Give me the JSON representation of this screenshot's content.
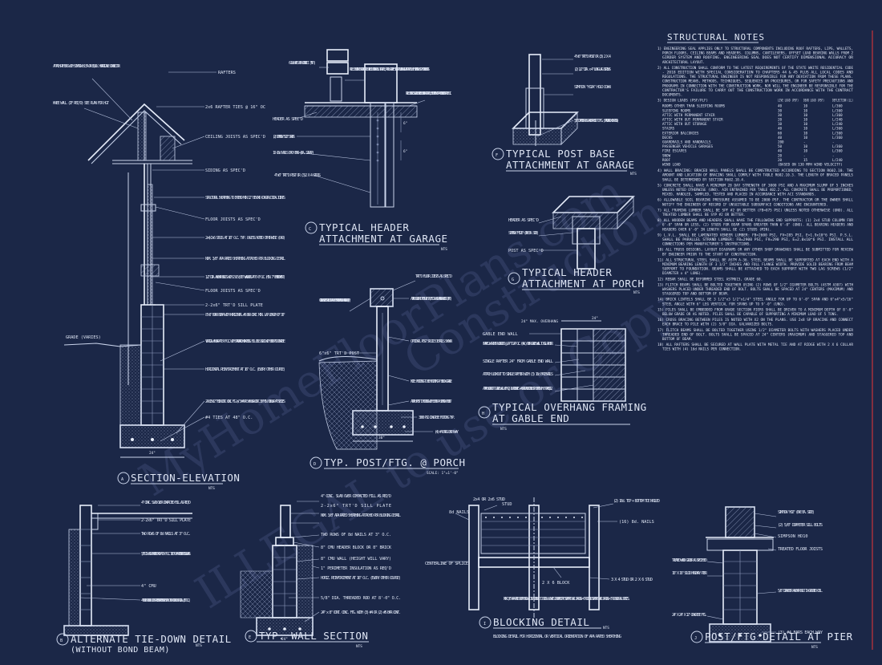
{
  "sheet": {
    "watermarks": [
      "MyHomeFloorPlans.com",
      "ILLEGAL to use or Copy",
      "Construction"
    ],
    "structural_notes_title": "STRUCTURAL NOTES"
  },
  "details": {
    "A": {
      "letter": "A",
      "title": "SECTION-ELEVATION",
      "scale": "NTS",
      "callouts": [
        "ATTACH RAFTERS WITH SIMPSON H2.5A OR EQUIV. HURRICANE CONNECTOR",
        "RAFTERS",
        "KNEE WALL (IF REQ'D) SEE PLAN FOR HGT",
        "2x6 RAFTER TIES @ 16\" OC",
        "CEILING JOISTS AS SPEC'D",
        "SIDING AS SPEC'D",
        "STRUCTURAL SHEATHING TO EXTEND MIN 12\" BEYOND CONSTRUCTION JOINTS",
        "FLOOR JOISTS AS SPEC'D",
        "2x4/2x6 STUDS AT 16\" O.C. TYP. UNLESS NOTED OTHERWISE (UNO)",
        "NOM. 3/8\" APA RATED SHEATHING ATTACHED PER BLOCKING DETAIL",
        "1/2\" DIA. ANCHOR BOLTS WITH 2\"x2\"x3/16\" WASHERS AT 6'-0\" O.C. (MIN. 7\" EMBEDMENT)",
        "FLOOR JOISTS AS SPEC'D",
        "2-2x6\" TRT'D SILL PLATE",
        "8\"x8\" BOND BEAM WITH HORIZONTAL #5 BAR CONT. MIN. LAP LENGTH OF 30\"",
        "VERTICAL #5 BAR AT 8'-0\" O.C. WITH STANDARD HOOK ENDS. FILL CELLS SOLID WITH 3000 PSI CONCRETE",
        "HORIZONTAL REINFORCEMENT AT 16\" O.C. (EVERY OTHER COURSE)",
        "GRADE (VARIES)",
        "24\"x10\"x12\" THICK CONT. CONC. FTG. W/ 3-#4 OR 3-#5 BAR CONT. 30\" MIN. OVERLAP AT SPLICES",
        "#4 TIES AT 48\" O.C.",
        "24\""
      ]
    },
    "B": {
      "letter": "B",
      "title": "ALTERNATE TIE-DOWN DETAIL",
      "subtitle": "(WITHOUT BOND BEAM)",
      "scale": "NTS",
      "callouts": [
        "4\" CONC. SLAB OVER COMPACTED FILL AS REQ'D",
        "2-2x6\" TRT'D SILL PLATE",
        "TWO ROWS OF 8d NAILS AT 3\" O.C.",
        "5/8\" DIA. HDG THREADED ROD AT 8'-0\" O.C. TIED TO #5 REINFORCING BARS",
        "4\" CMU",
        "4\" BRICK VENEER JOINT REINFORCEMENT EVERY OTHER COURSE VERTICAL (16\" O.C.)"
      ]
    },
    "C": {
      "letter": "C",
      "title": "TYPICAL HEADER",
      "title2": "ATTACHMENT AT GARAGE",
      "scale": "NTS",
      "callouts": [
        "6-16d NAILS PER CONNECT. (TYP.)",
        "NOTE: IF HEADER IS NOT LOCATED DIRECTLY UNDER DBL. TOP PLATE, ATTACH CRIPPLE STUDS AT HEADER AND TOP PLATE WITH SIMPSON \"SP2\" CONNECTORS",
        "NOTE: IF HDR. IS LOCATED DIRECTLY UNDER TOP PLATE, USE SIMPSON \"LTP4\" CONNECTORS AT 16\" O.C.",
        "HEADER AS SPEC'D",
        "(2) SIMPSON \"ST22\" STRAPS",
        "10-16d NAILS EACH END (EA. STRAP)",
        "4\"x6\" TRT'D POST OR (3)2 X 4 STUDS",
        "6\"",
        "6\""
      ]
    },
    "D": {
      "letter": "D",
      "title": "TYP. POST/FTG. @ PORCH",
      "scale": "SCALE: 1\"=1'-0\"",
      "callouts": [
        "GIRDER AS SPEC'D NOTE: DO NOT NOTCH POST MORE THAN 50% FOR GIRDER (TYP.)",
        "TRT'D FLOOR JOISTS AS SPEC'D",
        "ATTACH GIRDER TO POST WITH 2-5/8\" DIA. HDG THROUGH BOLTS (TYP.)",
        "OPTIONAL POST SPLICE DETAILS SHOWN",
        "6\"x6\" TRT'D POST",
        "NOTE: FOOTINGS TO BE MINIMUM 24\" BELOW GRADE",
        "ATTACH POST TO FOOTING WITH EITHER A SIMPSON \"CB66\"",
        "3000 PSI CONCRETE FOOTING TYP.",
        "(4) #4 BARS EACH WAY",
        "30\""
      ]
    },
    "E": {
      "letter": "E",
      "title": "TYP. WALL SECTION",
      "scale": "NTS",
      "callouts": [
        "4\" CONC. SLAB OVER COMPACTED FILL AS REQ'D",
        "2-2x6\" TRT'D SILL PLATE",
        "NOM. 3/8\" APA RATED SHEATHING ATTACHED PER BLOCKING DETAIL",
        "TWO ROWS OF 8d NAILS AT 3\" O.C.",
        "8\" CMU HEADER BLOCK OR 8\" BRICK",
        "8\" CMU WALL (HEIGHT WILL VARY)",
        "1\" PERIMETER INSULATION AS REQ'D",
        "HORIZ. REINFORCEMENT AT 16\" O.C. (EVERY OTHER COURSE)",
        "5/8\" DIA. THREADED ROD AT 8'-0\" O.C.",
        "24\" x 8\" CONT. CONC. FTG. WITH (3) #4 OR (2) #5 BAR CONT.",
        "24\""
      ]
    },
    "F": {
      "letter": "F",
      "title": "TYPICAL POST BASE",
      "title2": "ATTACHMENT AT GARAGE",
      "scale": "NTS",
      "callouts": [
        "4\"x6\" TRT'D POST OR (3) 2 X 4",
        "(2) 1/2\" DIA. x 4\" LONG LAG SCREWS",
        "SIMPSON \"HD2A\" HOLD DOWN",
        "5/8\" DIAMETER HDG ANCHOR BOLT TO FTG. (STANDARD HOOK END)"
      ]
    },
    "G": {
      "letter": "G",
      "title": "TYPICAL HEADER",
      "title2": "ATTACHMENT AT PORCH",
      "scale": "NTS",
      "callouts": [
        "HEADER AS SPEC'D",
        "SIMPSON \"HTS20\" (ONE EA. SIDE)",
        "POST AS SPEC'D"
      ]
    },
    "H": {
      "letter": "H",
      "title": "TYPICAL OVERHANG FRAMING",
      "title2": "AT GABLE END",
      "scale": "NTS",
      "callouts": [
        "24\" MAX. OVERHANG",
        "24\"",
        "GABLE END WALL",
        "FRAME 2x4 RAFTER LOOKOUTS @ 24\" TO 24\" O.C. (MAX.) OVER GABLE WALL TO SGL RAFTER",
        "SINGLE RAFTER 24\" FROM GABLE END WALL",
        "ATTACH LOOKOUT TO SINGLE RAFTER WITH (3) 16d FACENAILS",
        "ATTACH LOOKOUT TO GABLE WALL WITH (2) 16d TOENAILS + HURRICANE CONNECTOR SIMPSON \"H-3\" OR EQUIV."
      ]
    },
    "I": {
      "letter": "I",
      "title": "BLOCKING DETAIL",
      "scale": "NTS",
      "subnote": "BLOCKING DETAIL FOR HORIZONTAL OR VERTICAL ORIENTATION OF APA RATED SHEATHING",
      "callouts": [
        "8d NAILS",
        "2x4 OR 2x6 STUD",
        "STUD",
        "(2) 16d. TOP + BOTTOM TOE NAILED",
        "(16) 8d. NAILS",
        "CENTERLINE OF SPLICE",
        "2 X 6 BLOCK",
        "3 X 4 STUD OR 2 X 6 STUD",
        "NOM. 3/8\" APA RATED SHEATHING NAILING SCHEDULE TO STUDS: 8d NAILS INTERMEDIATE SUPPORTS NAIL SPACING = 6\" OC EDGE SUPPORTS NAIL SPACING = 3\" OC BLOCK ALL SPLICES."
      ]
    },
    "J": {
      "letter": "J",
      "title": "POST/FTG DETAIL AT PIER",
      "scale": "NTS",
      "callouts": [
        "SIMPSON \"HD2\" (ONE EA. SIDE)",
        "(2) 5/8\" DIAMETER SILL BOLTS",
        "SIMPSON HD10",
        "TREATED FLOOR JOISTS",
        "TREATED WOOD GIRDER AS SPECIFIED",
        "16\" X 16\" SOLID MASONRY PIER",
        "5/8\" DIAMETER ANCHOR BOLT IN GROUTED CELL",
        "24\" X 24\" X 12\" CONCRETE FTG.",
        "(3) #4 BARS EACH WAY"
      ]
    }
  },
  "notes": [
    "1) ENGINEERING SEAL APPLIES ONLY TO STRUCTURAL COMPONENTS INCLUDING ROOF RAFTERS, LIPS, WALLETS, PORCH FLOORS, CEILING BEAMS AND HEADERS. COLUMNS, CANTILEVERS, OFFSET LOAD BEARING WALLS FROM 2 GIRDER SYSTEM AND ROOFING. ENGINEERING SEAL DOES NOT CERTIFY DIMENSIONAL ACCURACY OR ARCHITECTURAL LAYOUT.",
    "2) ALL CONSTRUCTION SHALL CONFORM TO THE LATEST REQUIREMENTS OF THE STATE WHITE RESIDENTIAL CODE - 2018 EDITION WITH SPECIAL CONSIDERATION TO CHAPTERS 44 & 45 PLUS ALL LOCAL CODES AND REGULATIONS. THE STRUCTURAL ENGINEER IS NOT RESPONSIBLE FOR ANY DEVIATION FROM THESE PLANS. CONSTRUCTION MEANS, METHODS, TECHNIQUES, SEQUENCES OR PROCEDURES, OR FOR SAFETY PRECAUTIONS AND PROGRAMS IN CONNECTION WITH THE CONSTRUCTION WORK, NOR WILL THE ENGINEER BE RESPONSIBLE FOR THE CONTRACTOR'S FAILURE TO CARRY OUT THE CONSTRUCTION WORK IN ACCORDANCE WITH THE CONTRACT DOCUMENTS.",
    "3) DESIGN LOADS (PSF/PLF)",
    "4) WALL BRACING: BRACED WALL PANELS SHALL BE CONSTRUCTED ACCORDING TO SECTION R602.10. THE AMOUNT AND LOCATION OF BRACING SHALL COMPLY WITH TABLE R602.10.3. THE LENGTH OF BRACED PANELS SHALL BE DETERMINED BY SECTION R602.10.4.",
    "5) CONCRETE SHALL HAVE A MINIMUM 28 DAY STRENGTH OF 3000 PSI AND A MAXIMUM SLUMP OF 5 INCHES UNLESS NOTED OTHERWISE (UNO). AIR ENTRAINED PER TABLE 402.2. ALL CONCRETE SHALL BE PROPORTIONED, MIXED, HANDLED, SAMPLED, TESTED AND PLACED IN ACCORDANCE WITH ACI STANDARDS.",
    "6) ALLOWABLE SOIL BEARING PRESSURE ASSUMED TO BE 2000 PSF. THE CONTRACTOR OR THE OWNER SHALL NOTIFY THE ENGINEER OF RECORD IF UNSUITABLE SUBSURFACE CONDITIONS ARE ENCOUNTERED.",
    "7) ALL FRAMING LUMBER SHALL BE SPF #2 OR BETTER (FB=875 PSI) UNLESS NOTED OTHERWISE (UNO). ALL TREATED LUMBER SHALL BE SYP #2 OR BETTER.",
    "8) ALL WOODEN BEAMS AND HEADERS SHALL HAVE THE FOLLOWING END SUPPORTS: (1) 2x4 STUD COLUMN FOR 6'-0\" SPAN OR LESS, (2) STUDS FOR BEAM SPANS GREATER THAN 6'-0\" (UNO). ALL BEARING HEADERS AND HEADERS OVER 6'-0\" IN LENGTH SHALL BE (2) STUDS (MIN).",
    "9) L.V.L. SHALL BE LAMINATED VENEER LUMBER: FB=2600 PSI, FV=285 PSI, E=1.9x10^6 PSI. P.S.L. SHALL BE PARALLEL STRAND LUMBER: FB=2900 PSI, FV=290 PSI, E=2.0x10^6 PSI. INSTALL ALL CONNECTIONS PER MANUFACTURER'S INSTRUCTIONS.",
    "10) ALL TRUSS DESIGNS, LAYOUT DIAGRAMS OR ANY OTHER SHOP DRAWINGS SHALL BE SUBMITTED FOR REVIEW BY ENGINEER PRIOR TO THE START OF CONSTRUCTION.",
    "11) ALL STRUCTURAL STEEL SHALL BE ASTM A-36. STEEL BEAMS SHALL BE SUPPORTED AT EACH END WITH A MINIMUM BEARING LENGTH OF 3 1/2\" INCHES AND FULL FLANGE WIDTH. PROVIDE SOLID BEARING FROM BEAM SUPPORT TO FOUNDATION. BEAMS SHALL BE ATTACHED TO EACH SUPPORT WITH TWO LAG SCREWS (1/2\" DIAMETER x 4\" LONG).",
    "12) REBAR SHALL BE DEFORMED STEEL ASTM615, GRADE 60.",
    "13) FLITCH BEAMS SHALL BE BOLTED TOGETHER USING (2) ROWS OF 1/2\" DIAMETER BOLTS (ASTM A307) WITH WASHERS PLACED UNDER THREADED END OF BOLT. BOLTS SHALL BE SPACED AT 24\" CENTERS (MAXIMUM) AND STAGGERED TOP AND BOTTOM OF BEAM.",
    "14) BRICK LINTELS SHALL BE 3 1/2\"x3 1/2\"x1/4\" STEEL ANGLE FOR UP TO 6'-0\" SPAN AND 6\"x4\"x5/16\" STEEL ANGLE WITH 6\" LEG VERTICAL FOR SPANS UP TO 9'-0\" (UNO).",
    "15) PILES SHALL BE EMBEDDED FROM GRADE SECTION PIERS SHALL BE DRIVEN TO A MINIMUM DEPTH OF 8'-0\" BELOW GRADE OR AS NOTED. PILES SHALL BE CAPABLE OF SUPPORTING A MINIMUM LOAD OF 5 TONS.",
    "16) CROSS BRACING BETWEEN PILES IS NOTED WITH X2 ON THE PLANS. USE 2x8 SP BRACING AND CONNECT EACH BRACE TO PILE WITH (2) 5/8\" DIA. GALVANIZED BOLTS.",
    "17) FLITCH BEAMS SHALL BE BOLTED TOGETHER USING 1/2\" DIAMETER BOLTS WITH WASHERS PLACED UNDER THREADED END OF BOLT. BOLTS SHALL BE SPACED AT 24\" CENTERS (MAXIMUM) AND STAGGERED TOP AND BOTTOM OF BEAM.",
    "18) ALL RAFTERS SHALL BE SECURED AT WALL PLATE WITH METAL TIE AND AT RIDGE WITH 2 X 6 COLLAR TIES WITH (4) 16d NAILS PER CONNECTION."
  ],
  "loads_table": {
    "headers": [
      "DESIGN LOADS (PSF/PLF)",
      "LIVE LOAD (PSF)",
      "DEAD LOAD (PSF)",
      "DEFLECTION (LL)"
    ],
    "rows": [
      [
        "ROOMS OTHER THAN SLEEPING ROOMS",
        "40",
        "10",
        "L/360"
      ],
      [
        "SLEEPING ROOMS",
        "30",
        "10",
        "L/360"
      ],
      [
        "ATTIC WITH PERMANENT STAIR",
        "30",
        "10",
        "L/360"
      ],
      [
        "ATTIC WITH OUT PERMANENT STAIR",
        "20",
        "10",
        "L/240"
      ],
      [
        "ATTIC WITH OUT STORAGE",
        "10",
        "10",
        "L/240"
      ],
      [
        "STAIRS",
        "40",
        "10",
        "L/360"
      ],
      [
        "EXTERIOR BALCONIES",
        "60",
        "10",
        "L/360"
      ],
      [
        "DECKS",
        "40",
        "10",
        "L/360"
      ],
      [
        "GUARDRAILS AND HANDRAILS",
        "200",
        "-",
        "-"
      ],
      [
        "PASSENGER VEHICLE GARAGES",
        "50",
        "10",
        "L/360"
      ],
      [
        "FIRE ESCAPES",
        "40",
        "10",
        "L/360"
      ],
      [
        "SNOW",
        "20",
        "-",
        "-"
      ],
      [
        "ROOF",
        "20",
        "15",
        "L/240"
      ],
      [
        "WIND LOAD",
        "(BASED ON 130 MPH WIND VELOCITY)",
        "",
        ""
      ]
    ]
  }
}
